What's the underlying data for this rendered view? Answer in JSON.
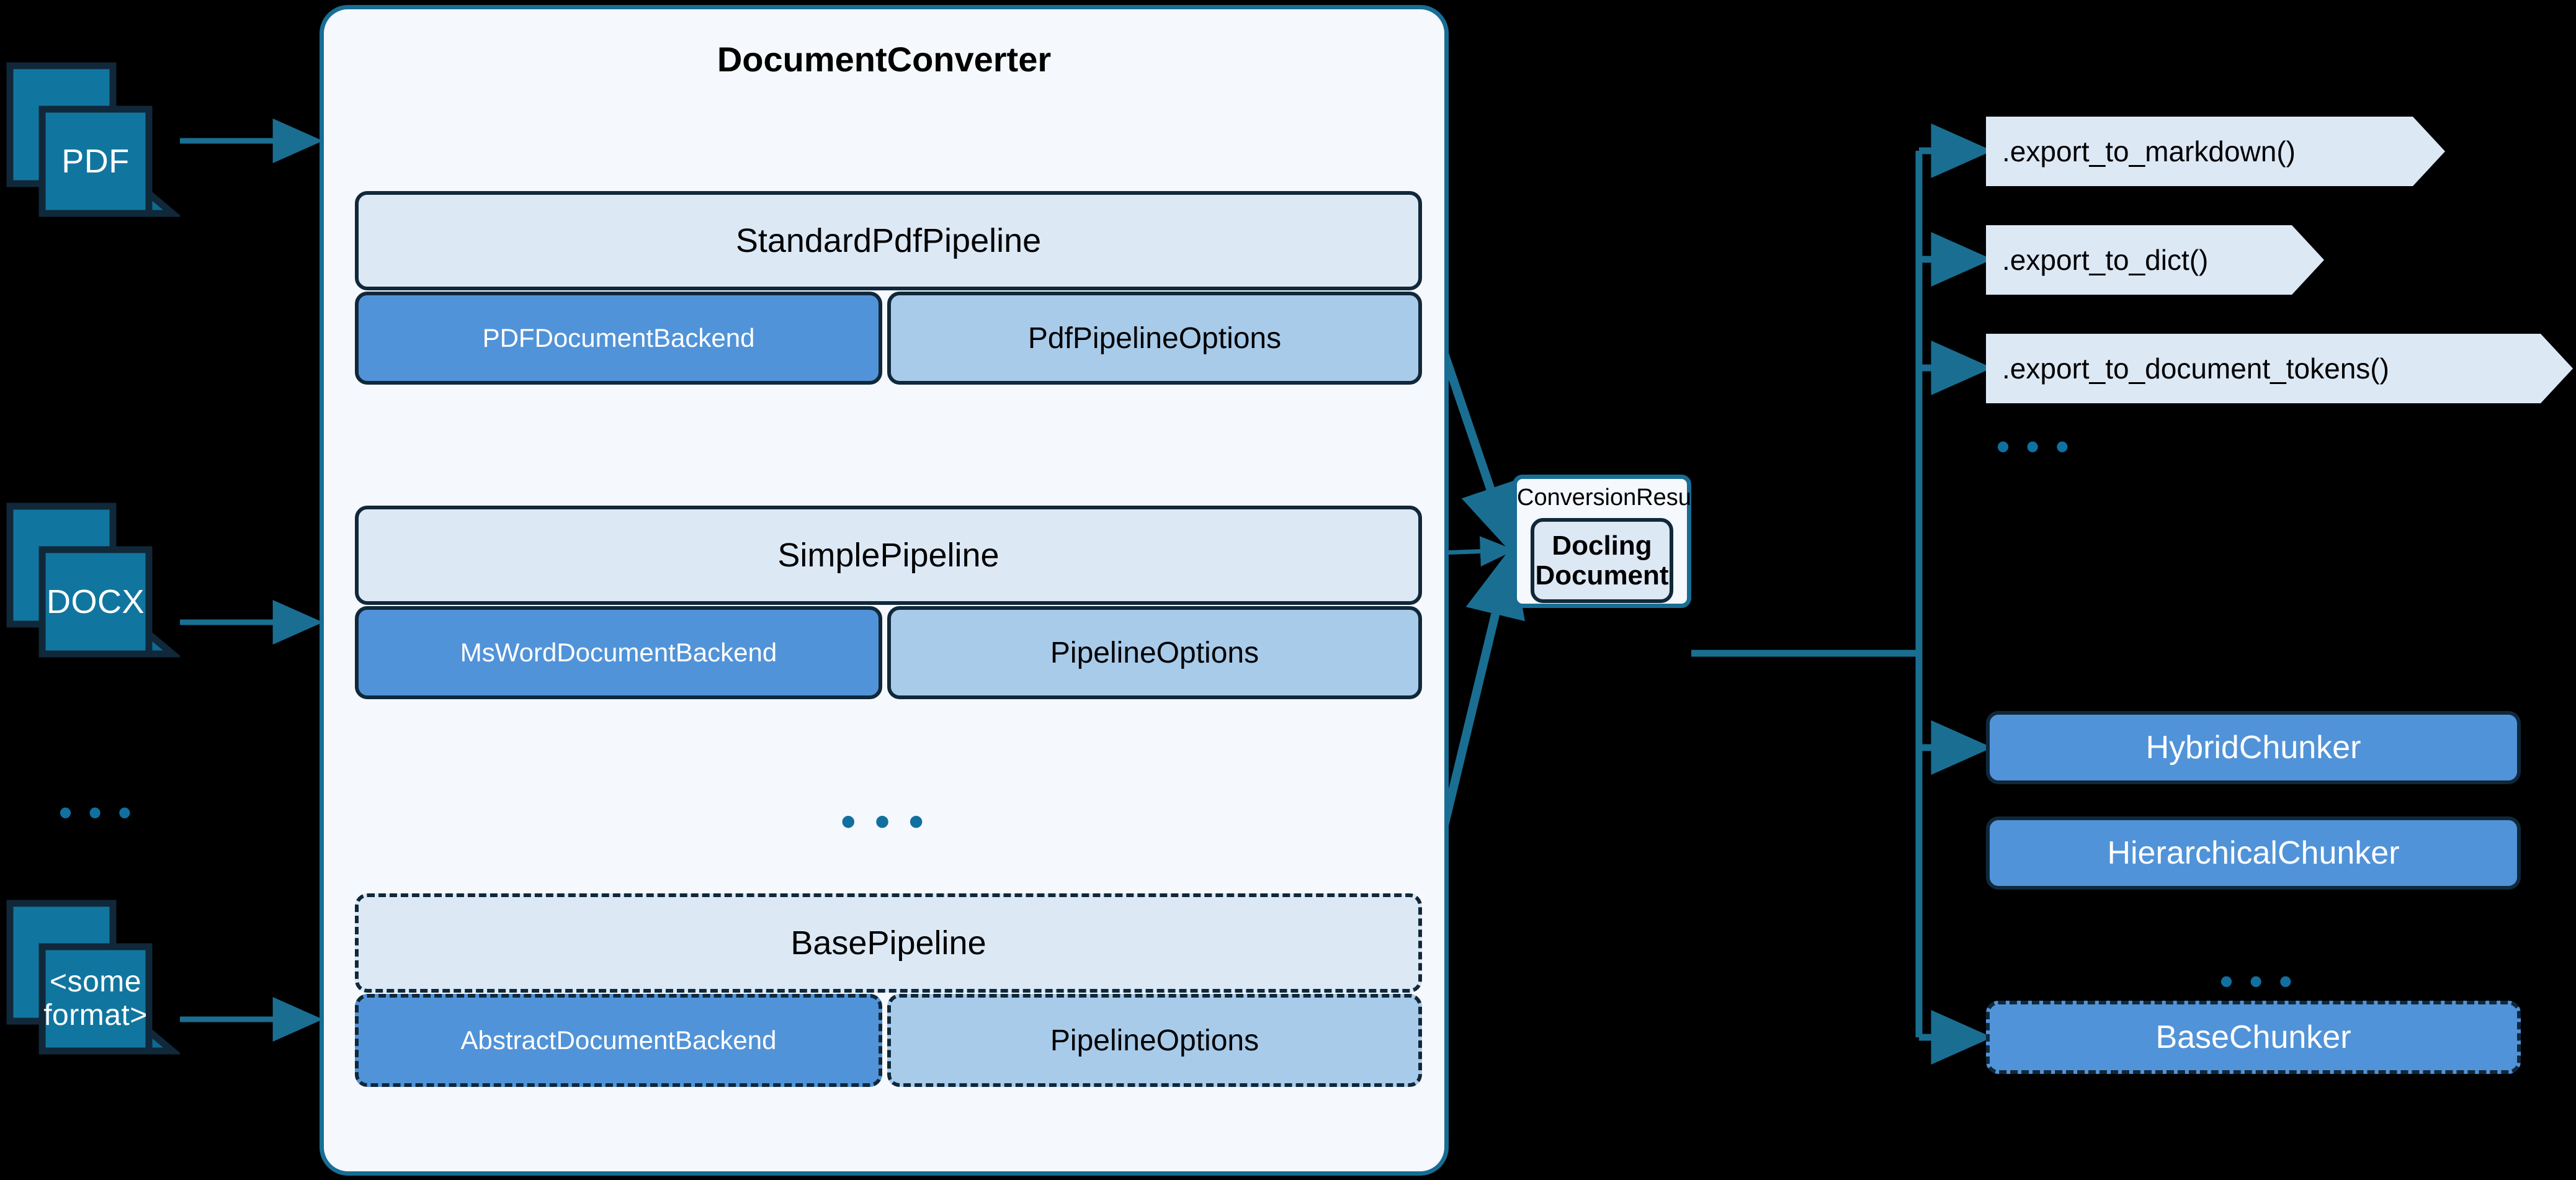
{
  "inputs": [
    {
      "label": "PDF",
      "icon": "pdf-document-icon"
    },
    {
      "label": "DOCX",
      "icon": "docx-document-icon"
    },
    {
      "label": "<some\nformat>",
      "icon": "generic-document-icon"
    }
  ],
  "input_ellipsis": "• • •",
  "converter": {
    "title": "DocumentConverter",
    "middle_ellipsis": "• • •",
    "pipelines": [
      {
        "name": "StandardPdfPipeline",
        "backend": "PDFDocumentBackend",
        "options": "PdfPipelineOptions",
        "style": "solid"
      },
      {
        "name": "SimplePipeline",
        "backend": "MsWordDocumentBackend",
        "options": "PipelineOptions",
        "style": "solid"
      },
      {
        "name": "BasePipeline",
        "backend": "AbstractDocumentBackend",
        "options": "PipelineOptions",
        "style": "dashed"
      }
    ]
  },
  "conversion_result": {
    "title": "ConversionResult",
    "document_line1": "Docling",
    "document_line2": "Document"
  },
  "exports": [
    {
      "label": ".export_to_markdown()"
    },
    {
      "label": ".export_to_dict()"
    },
    {
      "label": ".export_to_document_tokens()"
    }
  ],
  "exports_ellipsis": "• • •",
  "chunkers": [
    {
      "label": "HybridChunker",
      "style": "solid"
    },
    {
      "label": "HierarchicalChunker",
      "style": "solid"
    },
    {
      "label": "BaseChunker",
      "style": "dashed"
    }
  ],
  "chunkers_ellipsis": "• • •",
  "colors": {
    "background": "#000000",
    "doc_icon_fill": "#11769f",
    "doc_icon_stroke": "#10283a",
    "container_fill": "#f5f8fd",
    "container_border": "#186d94",
    "pipeline_head_fill": "#dde8f5",
    "backend_fill": "#5193d8",
    "options_fill": "#a9cbea",
    "box_border": "#10283a",
    "arrow": "#1a6e92",
    "export_fill": "#dde8f5",
    "ellipsis": "#1070a0",
    "text_dark": "#000000",
    "text_light": "#ffffff"
  }
}
